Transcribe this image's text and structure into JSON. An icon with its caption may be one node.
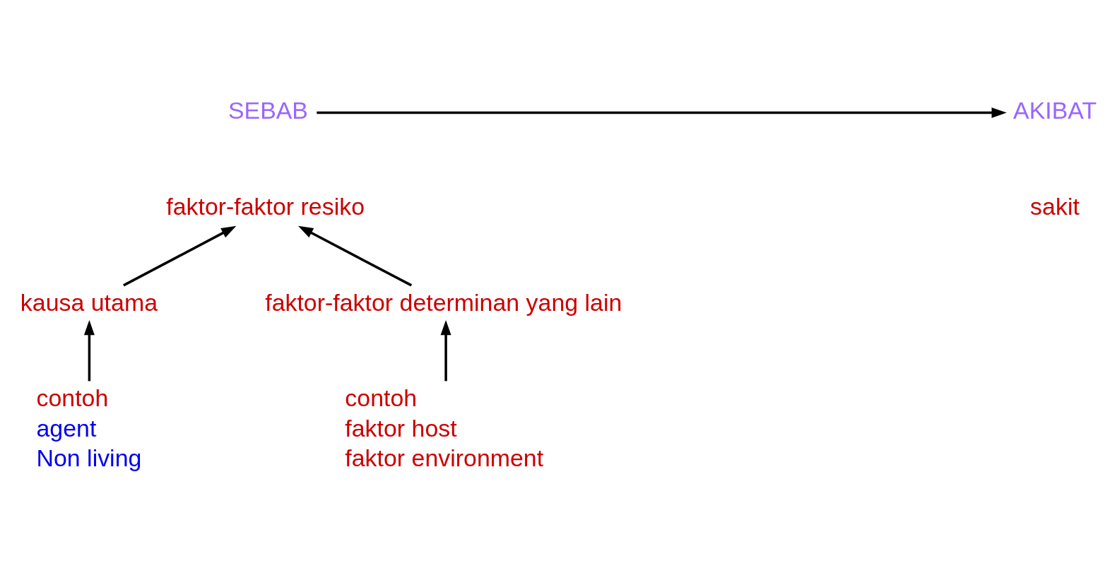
{
  "diagram": {
    "nodes": [
      {
        "text": [
          "SEBAB"
        ]
      },
      {
        "text": [
          "AKIBAT"
        ]
      },
      {
        "text": [
          "faktor-faktor resiko"
        ]
      },
      {
        "text": [
          "sakit"
        ]
      },
      {
        "text": [
          "kausa utama"
        ]
      },
      {
        "text": [
          "faktor-faktor determinan yang lain"
        ]
      },
      {
        "text": [
          "contoh",
          "agent",
          "Non living"
        ]
      },
      {
        "text": [
          "contoh",
          "faktor host",
          "faktor environment"
        ]
      }
    ],
    "edges": [
      {
        "from": 0,
        "to": 1,
        "arrow": "to"
      },
      {
        "from": 4,
        "to": 2,
        "arrow": "to"
      },
      {
        "from": 5,
        "to": 2,
        "arrow": "to"
      },
      {
        "from": 6,
        "to": 4,
        "arrow": "to"
      },
      {
        "from": 7,
        "to": 5,
        "arrow": "to"
      }
    ]
  }
}
